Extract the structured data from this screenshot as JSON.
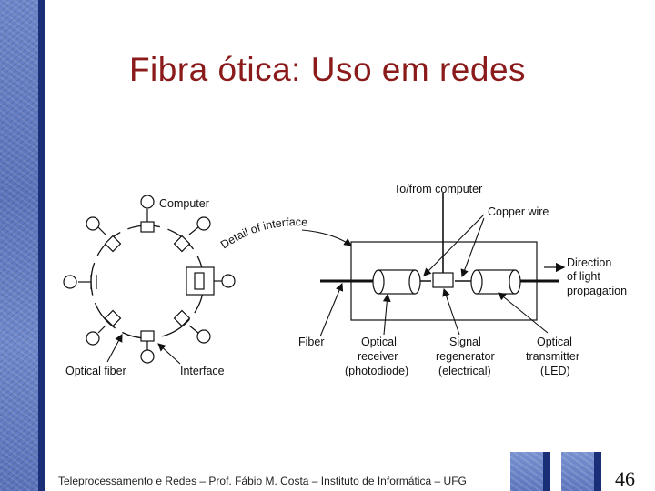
{
  "title": "Fibra ótica: Uso em redes",
  "diagram": {
    "labels": {
      "computer": "Computer",
      "detail_of_interface": "Detail of interface",
      "optical_fiber": "Optical fiber",
      "interface": "Interface",
      "to_from_computer": "To/from computer",
      "copper_wire": "Copper wire",
      "direction_1": "Direction",
      "direction_2": "of light",
      "direction_3": "propagation",
      "fiber": "Fiber",
      "receiver_1": "Optical",
      "receiver_2": "receiver",
      "receiver_3": "(photodiode)",
      "regen_1": "Signal",
      "regen_2": "regenerator",
      "regen_3": "(electrical)",
      "transmitter_1": "Optical",
      "transmitter_2": "transmitter",
      "transmitter_3": "(LED)"
    }
  },
  "footer": {
    "text": "Teleprocessamento e Redes – Prof. Fábio M. Costa – Instituto de Informática – UFG",
    "page_number": "46"
  }
}
